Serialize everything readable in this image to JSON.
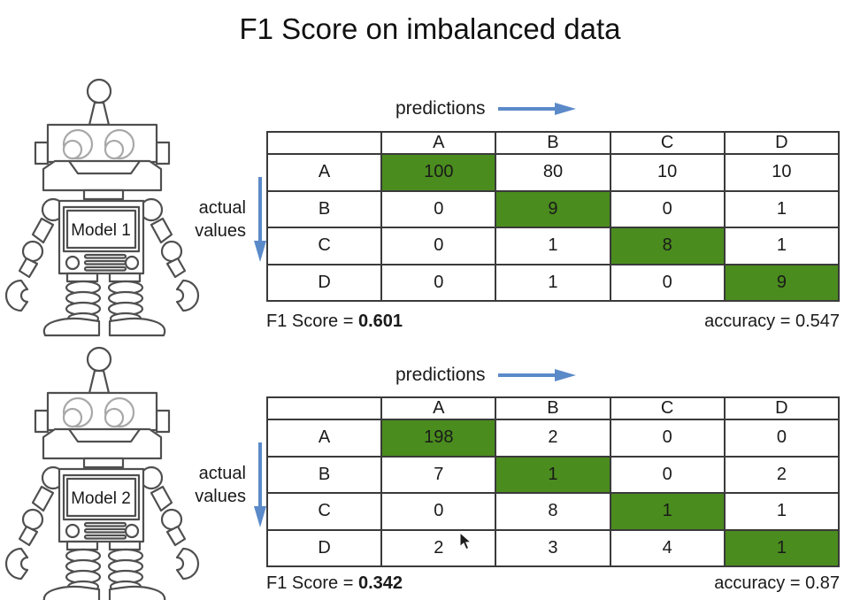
{
  "title": "F1 Score on imbalanced data",
  "colors": {
    "highlight_green": "#4a8c1e",
    "arrow_blue": "#5b8ac9",
    "table_border": "#3a3a3a"
  },
  "icons": {
    "predictions_arrow": "right-arrow",
    "actual_values_arrow": "down-arrow",
    "pointer": "mouse-cursor"
  },
  "models": [
    {
      "name": "Model 1",
      "predictions_label": "predictions",
      "actual_values_label": "actual values",
      "matrix": {
        "columns": [
          "A",
          "B",
          "C",
          "D"
        ],
        "rows": [
          {
            "label": "A",
            "values": [
              "100",
              "80",
              "10",
              "10"
            ]
          },
          {
            "label": "B",
            "values": [
              "0",
              "9",
              "0",
              "1"
            ]
          },
          {
            "label": "C",
            "values": [
              "0",
              "1",
              "8",
              "1"
            ]
          },
          {
            "label": "D",
            "values": [
              "0",
              "1",
              "0",
              "9"
            ]
          }
        ],
        "highlighted": "diagonal"
      },
      "f1_label": "F1 Score =",
      "f1_value": "0.601",
      "accuracy_text": "accuracy = 0.547"
    },
    {
      "name": "Model 2",
      "predictions_label": "predictions",
      "actual_values_label": "actual values",
      "matrix": {
        "columns": [
          "A",
          "B",
          "C",
          "D"
        ],
        "rows": [
          {
            "label": "A",
            "values": [
              "198",
              "2",
              "0",
              "0"
            ]
          },
          {
            "label": "B",
            "values": [
              "7",
              "1",
              "0",
              "2"
            ]
          },
          {
            "label": "C",
            "values": [
              "0",
              "8",
              "1",
              "1"
            ]
          },
          {
            "label": "D",
            "values": [
              "2",
              "3",
              "4",
              "1"
            ]
          }
        ],
        "highlighted": "diagonal"
      },
      "f1_label": "F1 Score =",
      "f1_value": "0.342",
      "accuracy_text": "accuracy = 0.87"
    }
  ]
}
